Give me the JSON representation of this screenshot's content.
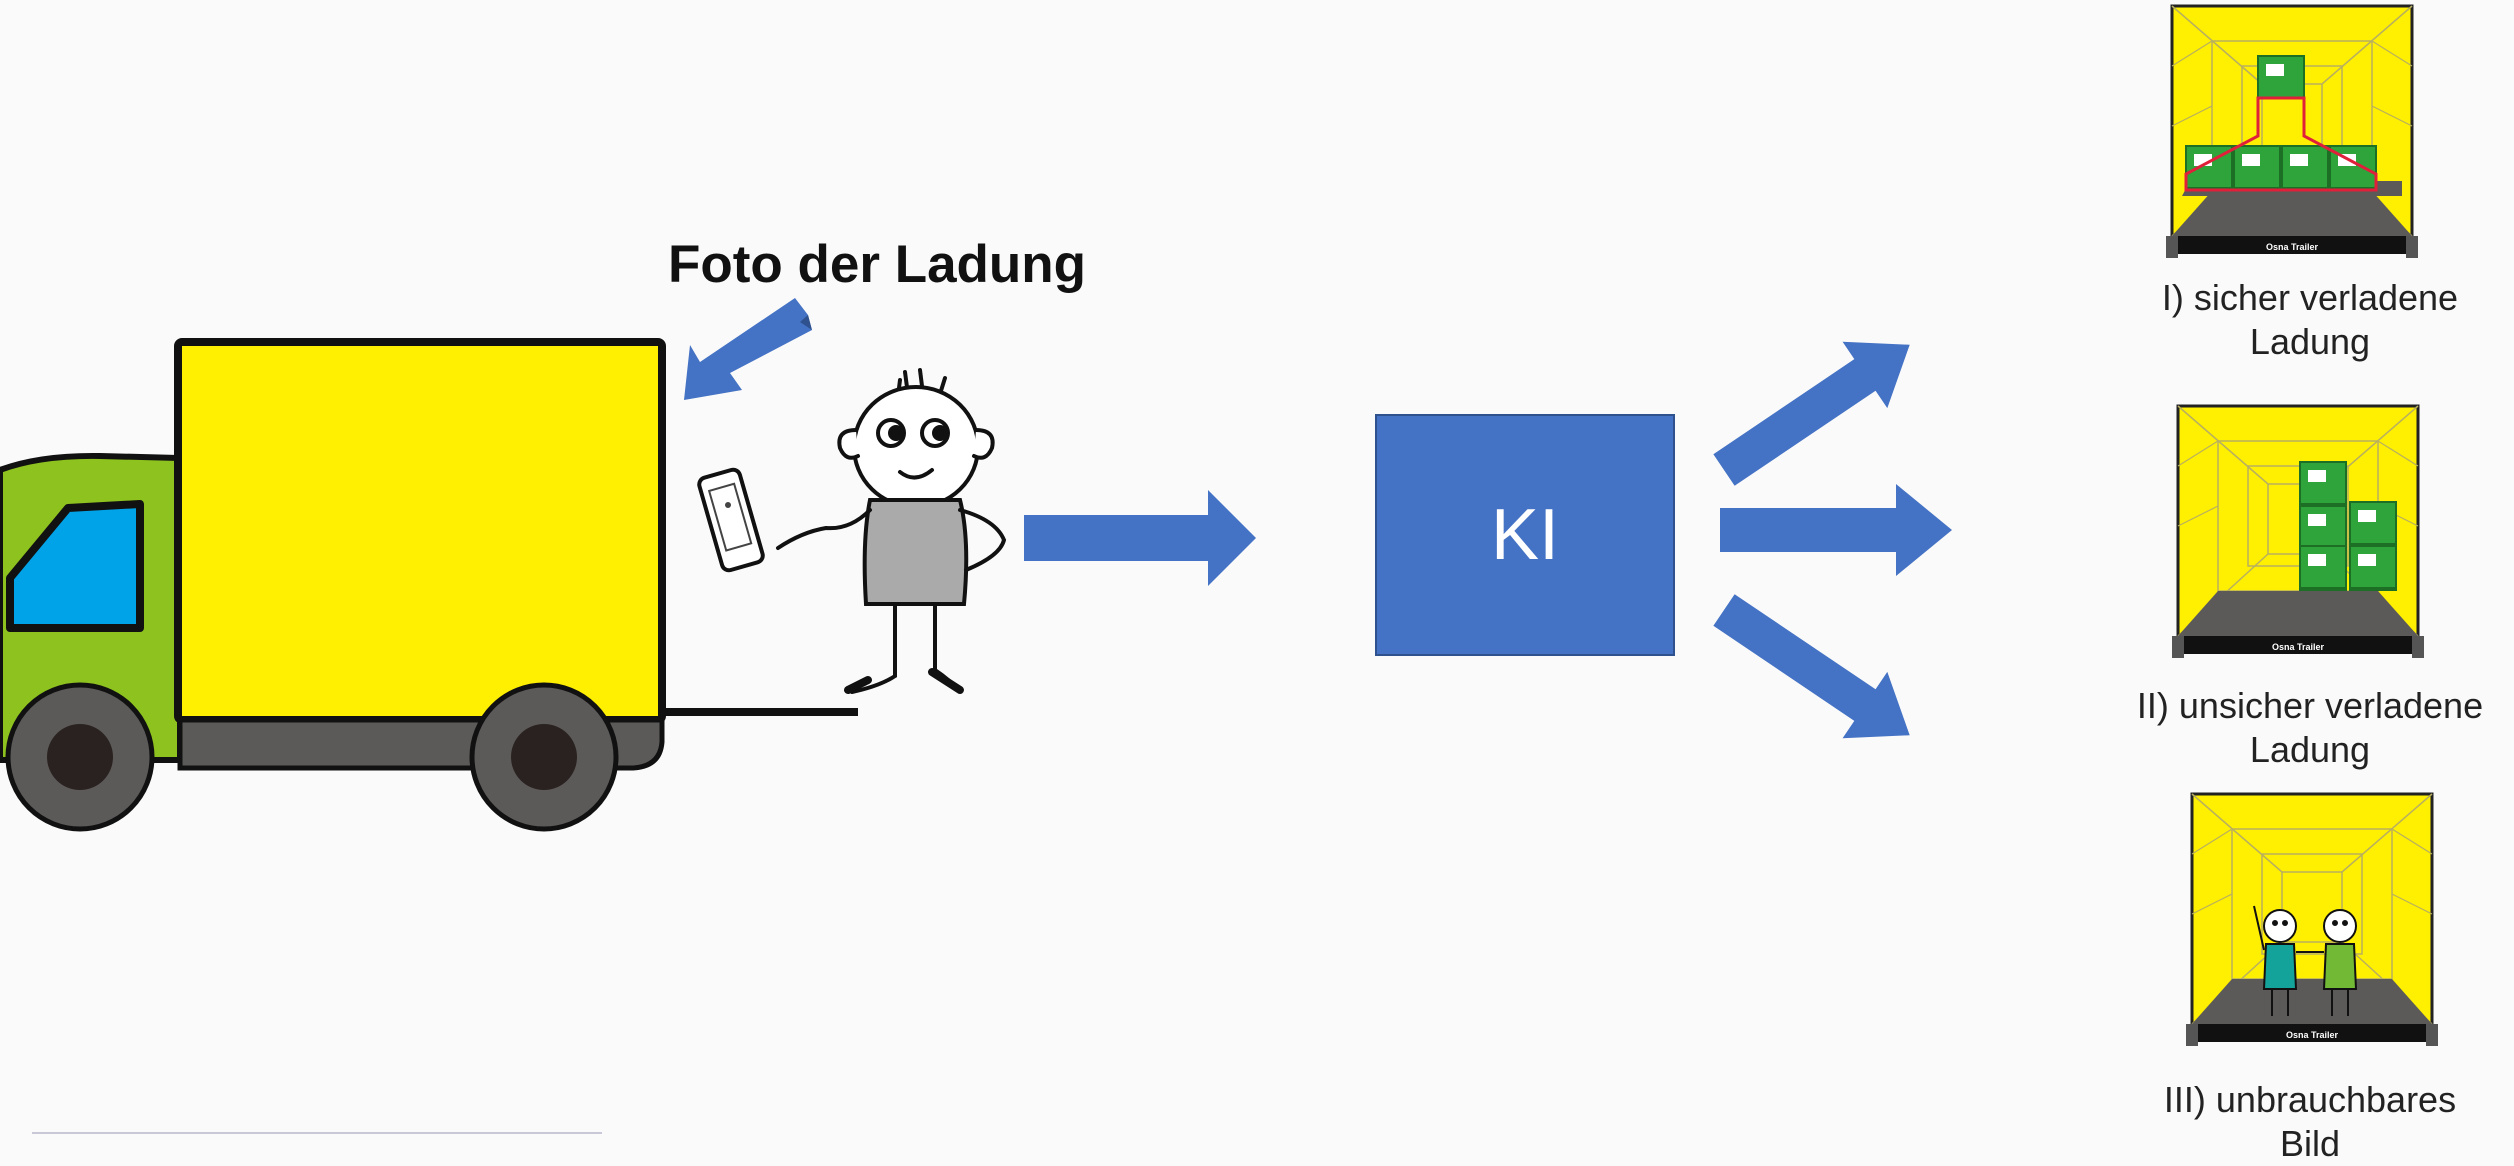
{
  "diagram": {
    "photo_label": "Foto der Ladung",
    "ki_label": "KI",
    "trailer_brand": "Osna Trailer",
    "outcomes": [
      {
        "line1": "I) sicher verladene",
        "line2": "Ladung"
      },
      {
        "line1": "II) unsicher verladene",
        "line2": "Ladung"
      },
      {
        "line1": "III) unbrauchbares",
        "line2": "Bild"
      }
    ]
  },
  "colors": {
    "background": "#fafafa",
    "arrow": "#4472c4",
    "truck_cargo": "#ffef00",
    "truck_cab": "#8dc21f",
    "window": "#00a3e8",
    "crate": "#2ea43a",
    "trailer_interior": "#ffef00",
    "floor": "#5c5a59",
    "red_outline": "#e0203a"
  },
  "icons": [
    "delivery-truck",
    "stick-figure-person",
    "smartphone",
    "arrow-right",
    "trailer-interior",
    "cargo-crates",
    "people-in-trailer"
  ]
}
